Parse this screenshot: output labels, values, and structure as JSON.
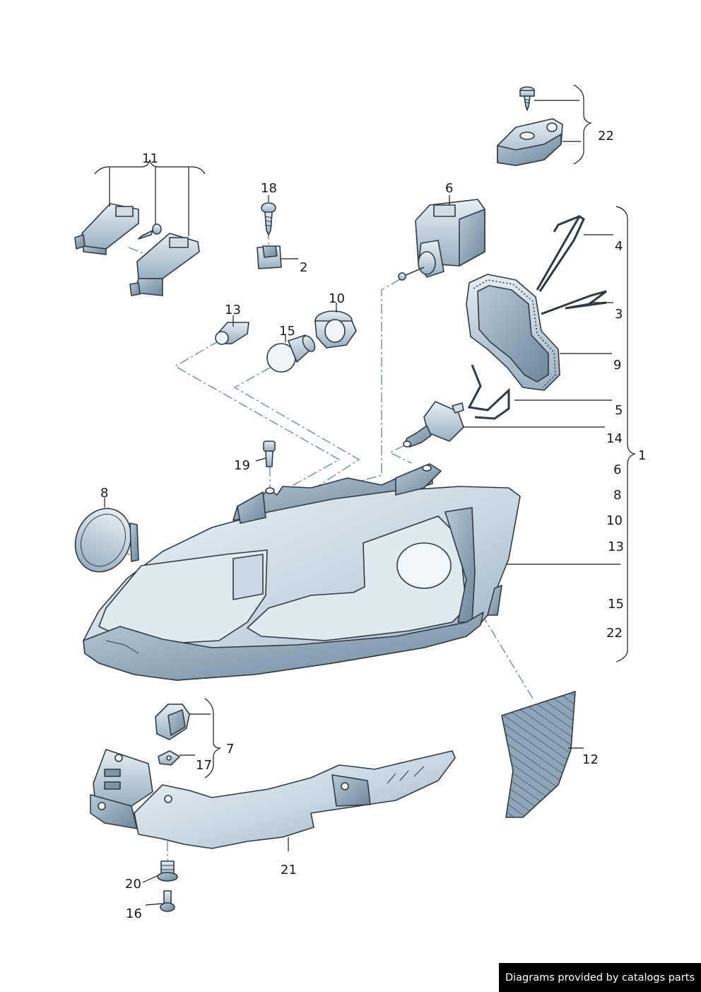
{
  "callouts": {
    "c1": "1",
    "c2": "2",
    "c3": "3",
    "c4": "4",
    "c5": "5",
    "c6_top": "6",
    "c6_list": "6",
    "c7": "7",
    "c8_top": "8",
    "c8_list": "8",
    "c9": "9",
    "c10_top": "10",
    "c10_list": "10",
    "c11": "11",
    "c12": "12",
    "c13_top": "13",
    "c13_list": "13",
    "c14": "14",
    "c15_top": "15",
    "c15_list": "15",
    "c16": "16",
    "c17": "17",
    "c18": "18",
    "c19": "19",
    "c20": "20",
    "c21": "21",
    "c22_top": "22",
    "c22_list": "22"
  },
  "footer": {
    "credit": "Diagrams provided by catalogs parts"
  },
  "colors": {
    "part_fill_light": "#dde8ef",
    "part_fill_mid": "#b9ccd9",
    "part_fill_dark": "#8aa3b6",
    "outline": "#2f3a44",
    "leader": "#1a1a1a",
    "guide_dash": "#6f8fa6"
  }
}
